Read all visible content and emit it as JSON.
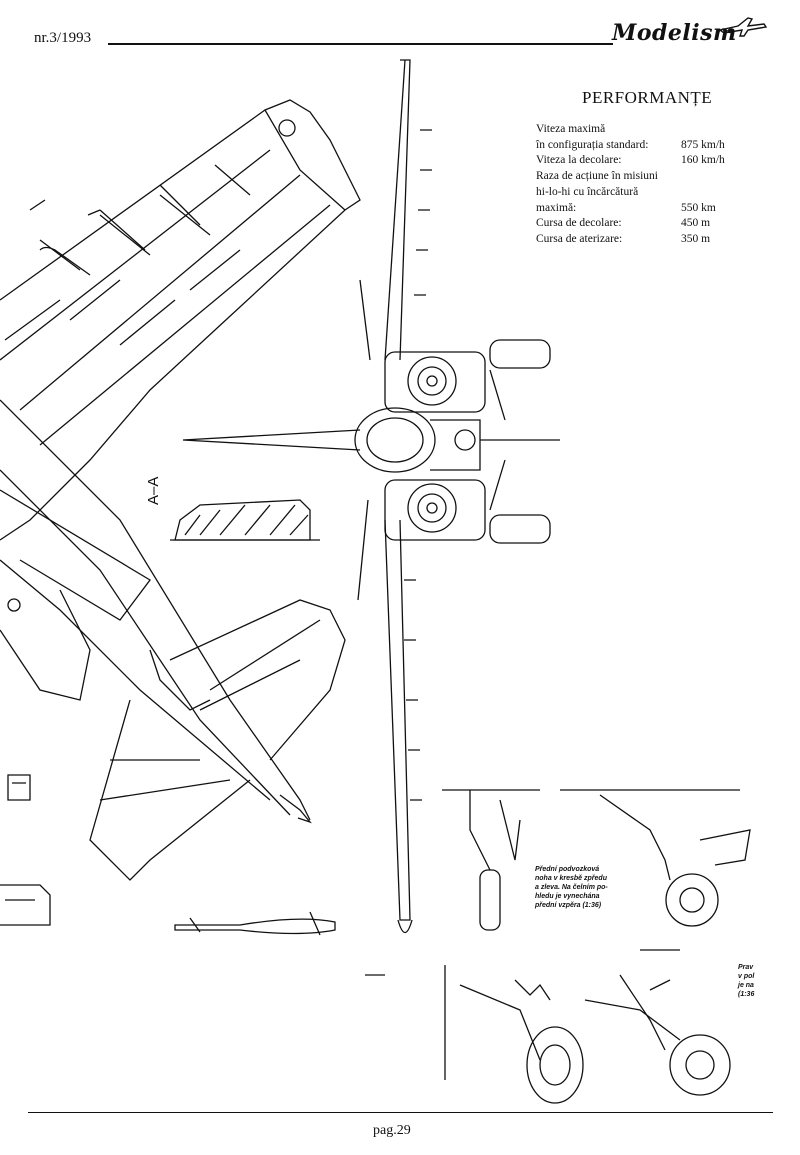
{
  "header": {
    "issue": "nr.3/1993",
    "logo": "Modelism"
  },
  "performance": {
    "title": "PERFORMANȚE",
    "rows": [
      {
        "label": "Viteza maximă",
        "value": ""
      },
      {
        "label": "în configurația standard:",
        "value": "875 km/h"
      },
      {
        "label": "Viteza la decolare:",
        "value": "160 km/h"
      },
      {
        "label": "Raza de acțiune în misiuni",
        "value": ""
      },
      {
        "label": "hi-lo-hi cu încărcătură",
        "value": ""
      },
      {
        "label": "maximă:",
        "value": "550 km"
      },
      {
        "label": "Cursa de decolare:",
        "value": "450 m"
      },
      {
        "label": "Cursa de aterizare:",
        "value": "350 m"
      }
    ]
  },
  "drawing": {
    "section_label": "A–A",
    "gear_note_1": [
      "Přední podvozková",
      "noha v kresbě zpředu",
      "a zleva. Na čelním po-",
      "hledu je vynechána",
      "přední vzpěra (1:36)"
    ],
    "gear_note_2": [
      "Prav",
      "v pol",
      "je na",
      "(1:36"
    ]
  },
  "footer": {
    "page": "pag.29"
  }
}
